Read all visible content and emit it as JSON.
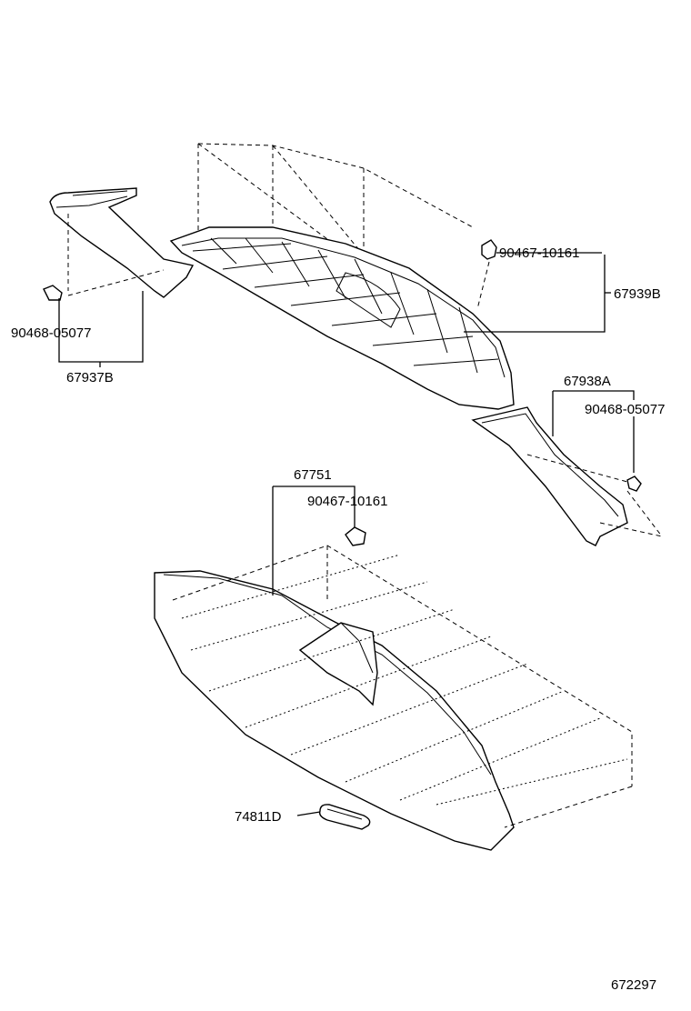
{
  "parts": {
    "p_90467_top": "90467-10161",
    "p_67939B": "67939B",
    "p_90468_left": "90468-05077",
    "p_67937B": "67937B",
    "p_67938A": "67938A",
    "p_90468_right": "90468-05077",
    "p_67751": "67751",
    "p_90467_mid": "90467-10161",
    "p_74811D": "74811D"
  },
  "diagram_id": "672297"
}
